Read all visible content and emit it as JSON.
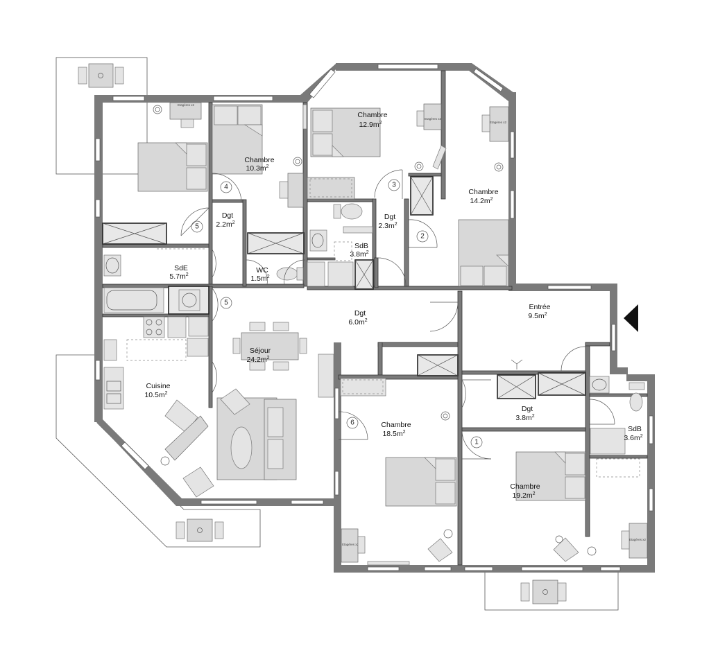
{
  "rooms": [
    {
      "id": "chambre-a",
      "name": "Chambre",
      "area": "10.3m",
      "unit_sup": "2"
    },
    {
      "id": "chambre-b",
      "name": "Chambre",
      "area": "12.9m",
      "unit_sup": "2"
    },
    {
      "id": "chambre-c",
      "name": "Chambre",
      "area": "14.2m",
      "unit_sup": "2"
    },
    {
      "id": "dgt-a",
      "name": "Dgt",
      "area": "2.2m",
      "unit_sup": "2"
    },
    {
      "id": "dgt-b",
      "name": "Dgt",
      "area": "2.3m",
      "unit_sup": "2"
    },
    {
      "id": "sdb-a",
      "name": "SdB",
      "area": "3.8m",
      "unit_sup": "2"
    },
    {
      "id": "wc",
      "name": "WC",
      "area": "1.5m",
      "unit_sup": "2"
    },
    {
      "id": "sde",
      "name": "SdE",
      "area": "5.7m",
      "unit_sup": "2"
    },
    {
      "id": "dgt-c",
      "name": "Dgt",
      "area": "6.0m",
      "unit_sup": "2"
    },
    {
      "id": "entree",
      "name": "Entrée",
      "area": "9.5m",
      "unit_sup": "2"
    },
    {
      "id": "sejour",
      "name": "Séjour",
      "area": "24.2m",
      "unit_sup": "2"
    },
    {
      "id": "cuisine",
      "name": "Cuisine",
      "area": "10.5m",
      "unit_sup": "2"
    },
    {
      "id": "chambre-d",
      "name": "Chambre",
      "area": "18.5m",
      "unit_sup": "2"
    },
    {
      "id": "dgt-d",
      "name": "Dgt",
      "area": "3.8m",
      "unit_sup": "2"
    },
    {
      "id": "sdb-b",
      "name": "SdB",
      "area": "3.6m",
      "unit_sup": "2"
    },
    {
      "id": "chambre-e",
      "name": "Chambre",
      "area": "19.2m",
      "unit_sup": "2"
    }
  ],
  "door_numbers": [
    "4",
    "5",
    "5",
    "3",
    "2",
    "6",
    "1"
  ],
  "furniture_labels": {
    "shelf": "Etagères x2"
  },
  "colors": {
    "wall": "#7a7a7a",
    "furniture": "#d8d8d8",
    "entry_arrow": "#111111"
  }
}
